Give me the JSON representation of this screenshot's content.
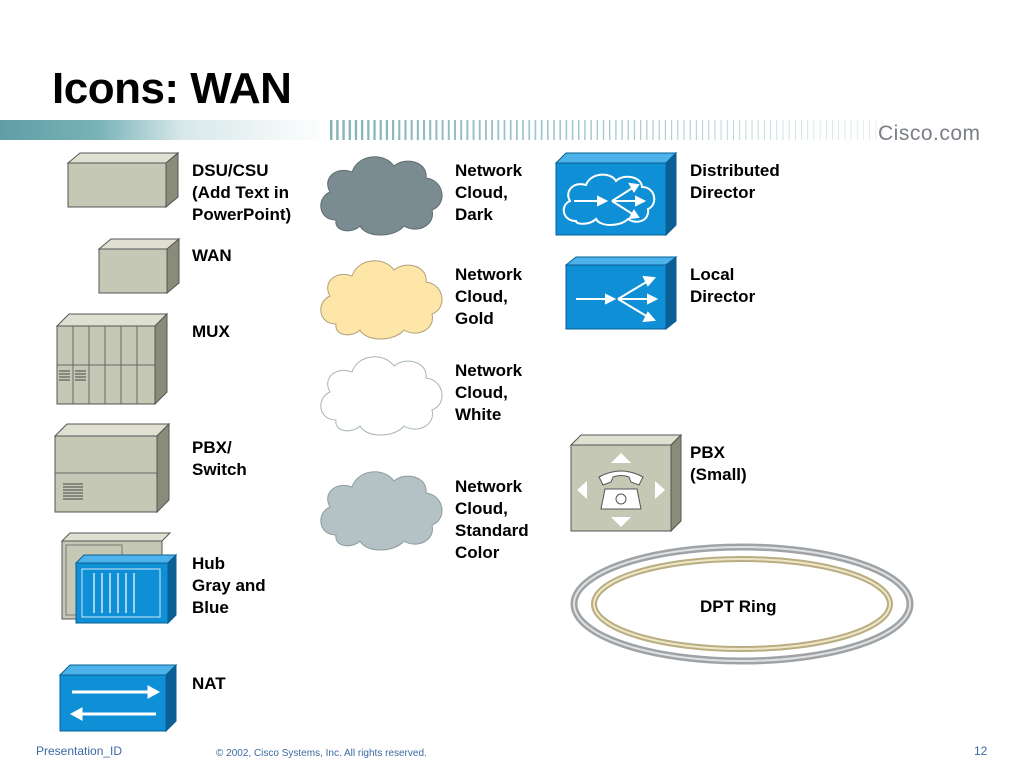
{
  "slide": {
    "title": "Icons: WAN",
    "brand": "Cisco.com"
  },
  "colors": {
    "band_teal": "#6aa6ac",
    "gray_box": "#c6c8b6",
    "gray_dark": "#8a8c79",
    "blue": "#0f8fd6",
    "blue_dark": "#0a5f94",
    "cloud_dark": "#7a8c92",
    "cloud_gold": "#fde6a7",
    "cloud_white": "#ffffff",
    "cloud_standard": "#b4c2c6",
    "ring_gray": "#9fa3a6",
    "ring_gold": "#b9ad82"
  },
  "icons": [
    {
      "name": "dsu-csu",
      "label": "DSU/CSU\n(Add Text in\nPowerPoint)"
    },
    {
      "name": "wan",
      "label": "WAN"
    },
    {
      "name": "mux",
      "label": "MUX"
    },
    {
      "name": "pbx-switch",
      "label": "PBX/\nSwitch"
    },
    {
      "name": "hub",
      "label": "Hub\nGray and\nBlue"
    },
    {
      "name": "nat",
      "label": "NAT"
    },
    {
      "name": "cloud-dark",
      "label": "Network\nCloud,\nDark"
    },
    {
      "name": "cloud-gold",
      "label": "Network\nCloud,\nGold"
    },
    {
      "name": "cloud-white",
      "label": "Network\nCloud,\nWhite"
    },
    {
      "name": "cloud-standard",
      "label": "Network\nCloud,\nStandard\nColor"
    },
    {
      "name": "distributed-director",
      "label": "Distributed\nDirector"
    },
    {
      "name": "local-director",
      "label": "Local\nDirector"
    },
    {
      "name": "pbx-small",
      "label": "PBX\n(Small)"
    },
    {
      "name": "dpt-ring",
      "label": "DPT Ring"
    }
  ],
  "footer": {
    "presentation_id": "Presentation_ID",
    "copyright": "© 2002, Cisco Systems, Inc. All rights reserved.",
    "page_number": "12"
  }
}
